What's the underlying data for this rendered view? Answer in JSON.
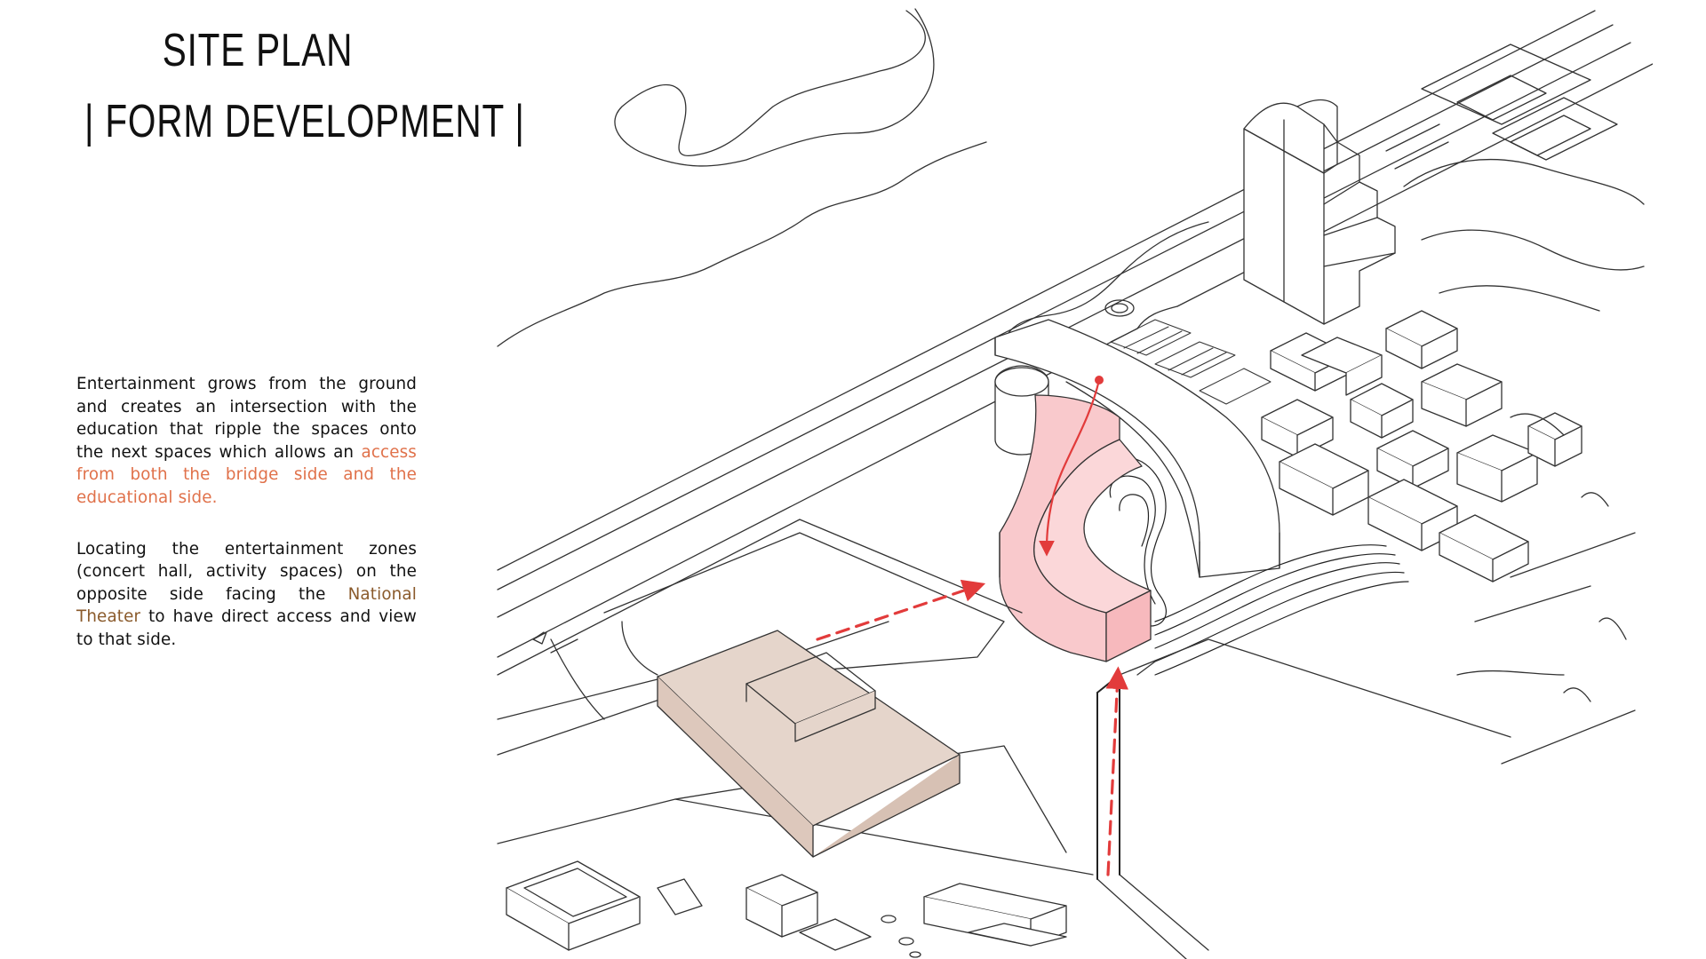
{
  "title": {
    "line1": "SITE PLAN",
    "line2": "| FORM DEVELOPMENT |"
  },
  "paragraphs": [
    {
      "part1": "Entertainment grows from the ground and creates an intersection with the education that ripple the spaces onto the next  spaces which allows an ",
      "highlight": "access from both the bridge side and the educational side.",
      "part2": ""
    },
    {
      "part1": "Locating the entertainment zones (concert hall, activity spaces) on the opposite side facing the ",
      "highlight": "National Theater",
      "part2": " to have direct access and view to that side."
    }
  ],
  "colors": {
    "highlight_orange": "#e0714a",
    "highlight_brown": "#8a5a2b",
    "entertainment_mass": "#f9c9cc",
    "existing_theater_mass": "#e5d5cb",
    "access_arrow": "#e23b3b",
    "linework": "#333333"
  }
}
